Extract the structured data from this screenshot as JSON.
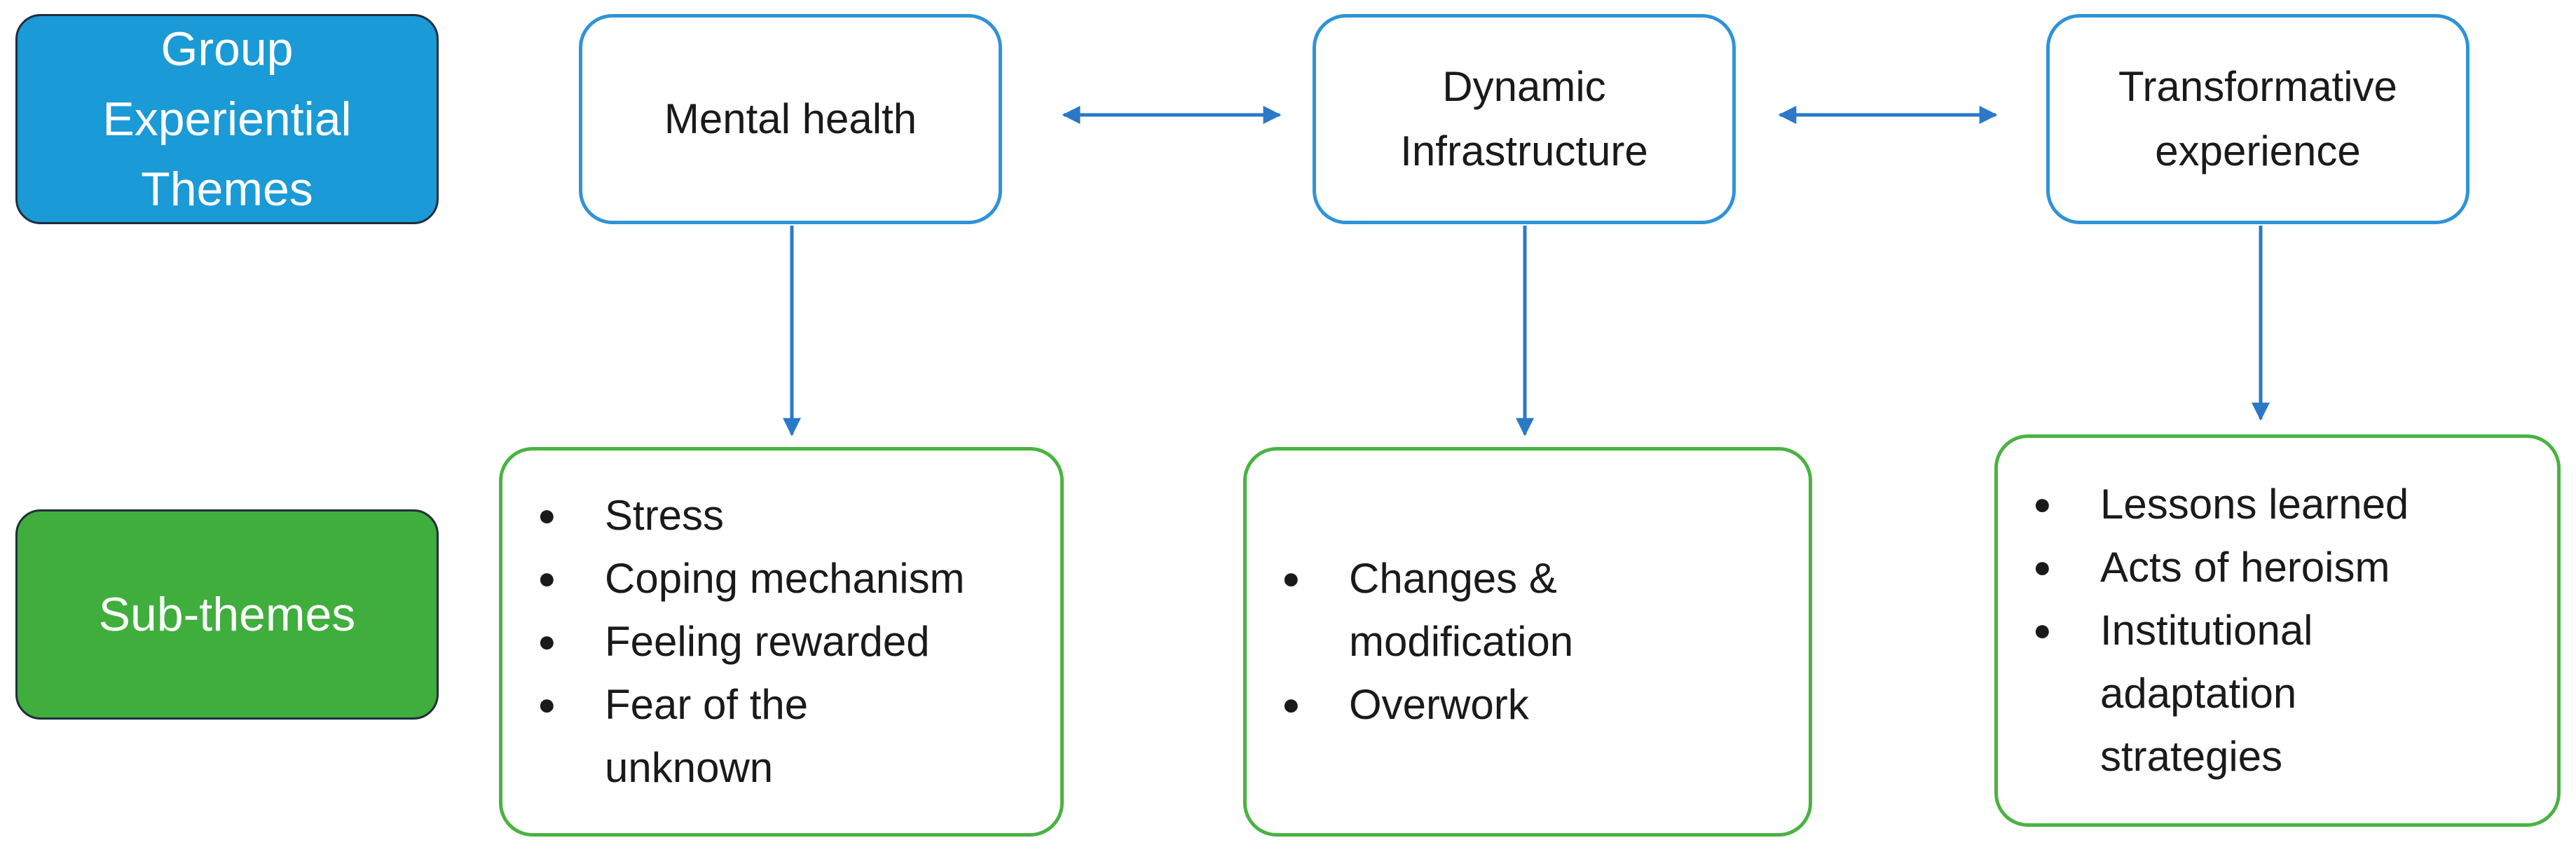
{
  "legend": {
    "themes_label": [
      "Group",
      "Experiential",
      "Themes"
    ],
    "subthemes_label": "Sub-themes",
    "themes_color": "#1a9ad6",
    "subthemes_color": "#3fae3c"
  },
  "themes": [
    {
      "lines": [
        "Mental health"
      ],
      "subthemes": [
        "Stress",
        "Coping mechanism",
        "Feeling rewarded",
        "Fear of the unknown"
      ]
    },
    {
      "lines": [
        "Dynamic",
        "Infrastructure"
      ],
      "subthemes": [
        "Changes & modification",
        "Overwork"
      ]
    },
    {
      "lines": [
        "Transformative",
        "experience"
      ],
      "subthemes": [
        "Lessons learned",
        "Acts of heroism",
        "Institutional adaptation strategies"
      ]
    }
  ],
  "colors": {
    "theme_border": "#2e93d8",
    "subtheme_border": "#49b342",
    "arrow": "#2b78c8"
  }
}
